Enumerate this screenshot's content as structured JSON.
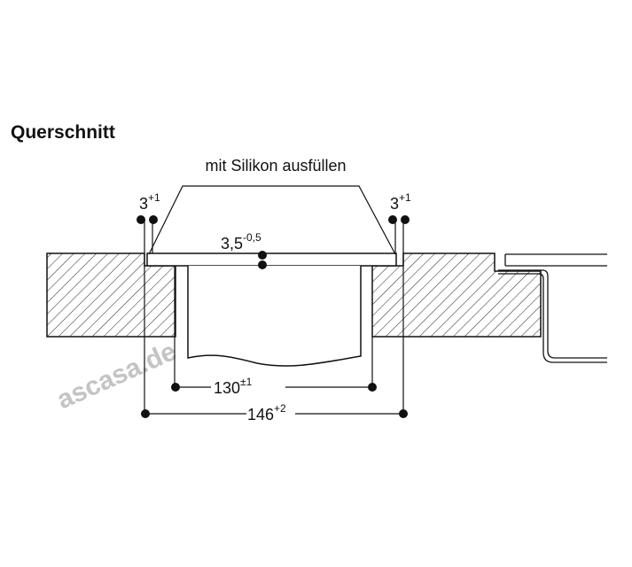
{
  "title": "Querschnitt",
  "silicone_label": "mit Silikon ausfüllen",
  "dimensions": {
    "gap_left": {
      "value": "3",
      "tolerance": "+1"
    },
    "gap_right": {
      "value": "3",
      "tolerance": "+1"
    },
    "glass_thickness": {
      "value": "3,5",
      "tolerance": "-0,5"
    },
    "inner_width": {
      "value": "130",
      "tolerance": "±1"
    },
    "cutout_width": {
      "value": "146",
      "tolerance": "+2"
    }
  },
  "watermark": "ascasa.de"
}
